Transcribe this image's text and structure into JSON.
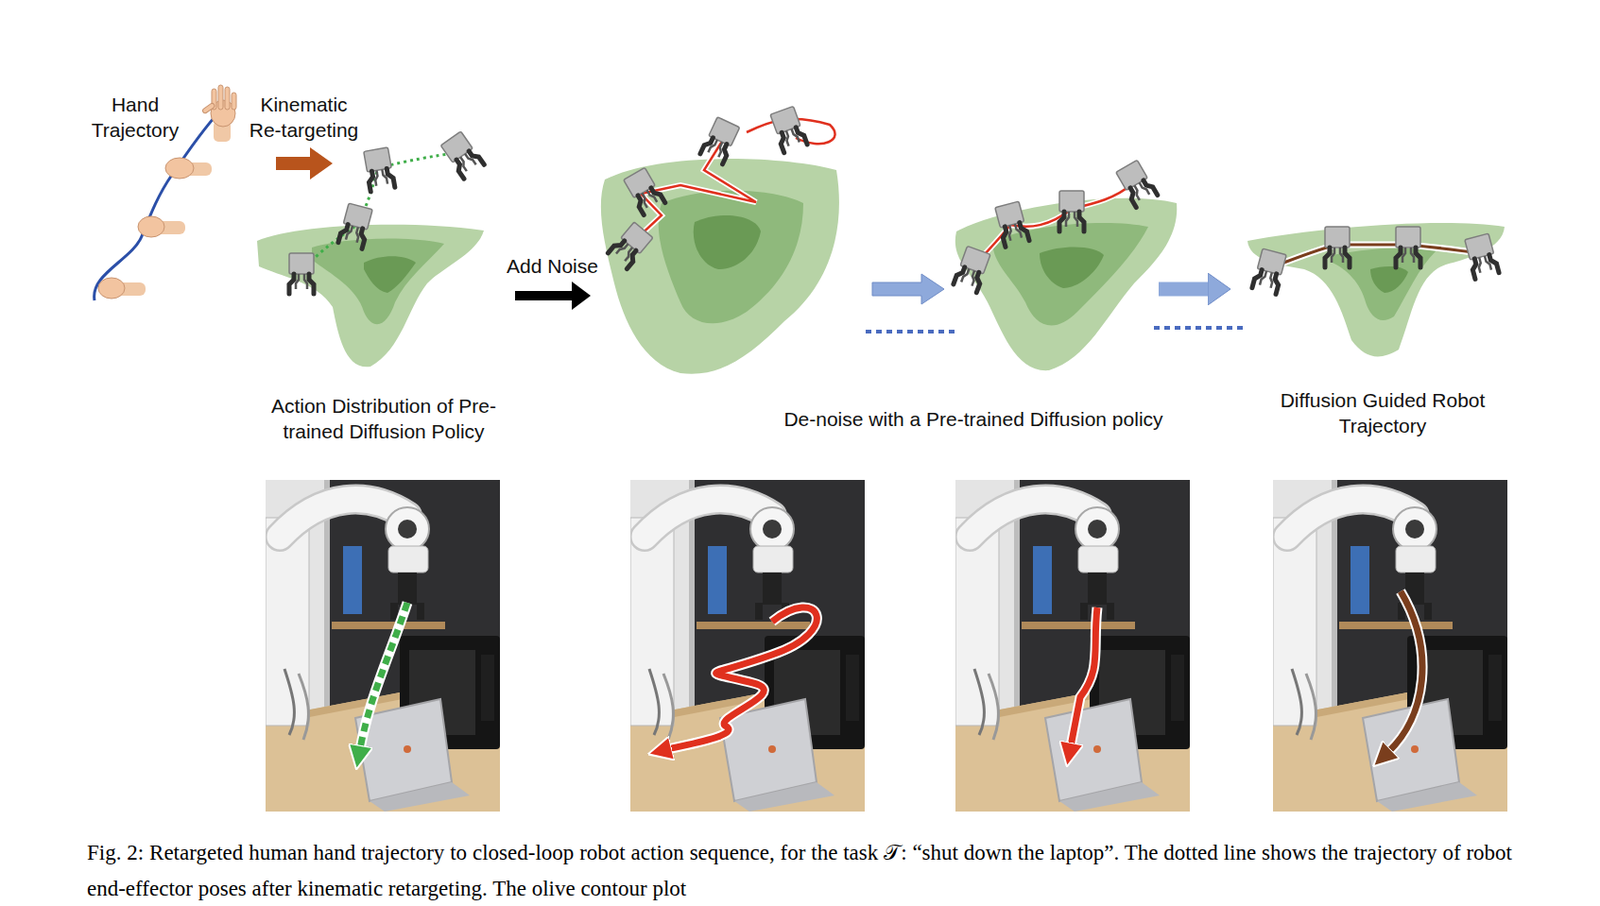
{
  "diagram": {
    "caption": "Fig. 2: Retargeted human hand trajectory to closed-loop robot action sequence, for the task 𝒯: “shut down the laptop”. The dotted line shows the trajectory of robot end-effector poses after kinematic retargeting. The olive contour plot",
    "nodes": [
      {
        "text": [
          "Hand Trajectory"
        ]
      },
      {
        "text": [
          "Action Distribution of Pre-trained Diffusion Policy"
        ]
      },
      {
        "text": [
          "De-noise with a Pre-trained Diffusion policy"
        ]
      },
      {
        "text": [
          "Diffusion Guided Robot Trajectory"
        ]
      }
    ],
    "edges": [
      {
        "from": 0,
        "to": 1,
        "label": "Kinematic Re-targeting",
        "arrow": "to"
      },
      {
        "from": 1,
        "to": 2,
        "label": "Add Noise",
        "arrow": "to"
      },
      {
        "from": 2,
        "to": 3,
        "arrow": "to"
      }
    ]
  }
}
